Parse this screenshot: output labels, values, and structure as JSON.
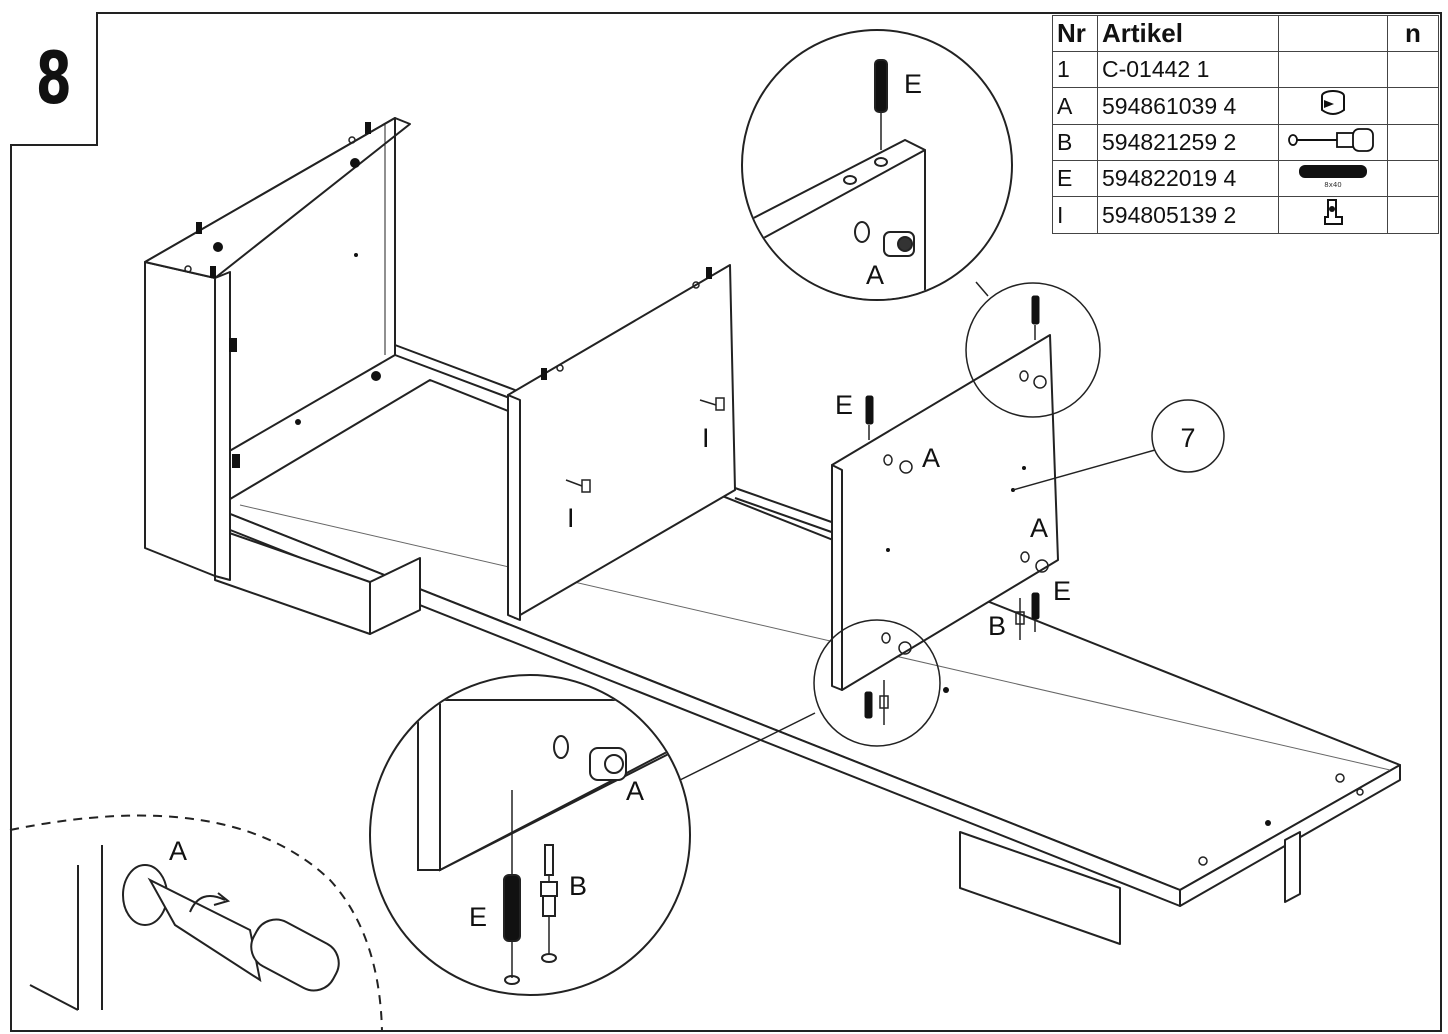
{
  "step": {
    "number": "8"
  },
  "parts_table": {
    "headers": {
      "nr": "Nr",
      "artikel": "Artikel",
      "icon": "",
      "n": "n"
    },
    "rows": [
      {
        "nr": "1",
        "artikel": "C-01442 1",
        "icon": ""
      },
      {
        "nr": "A",
        "artikel": "594861039 4",
        "icon": "cam-lock-icon"
      },
      {
        "nr": "B",
        "artikel": "594821259 2",
        "icon": "cam-bolt-icon"
      },
      {
        "nr": "E",
        "artikel": "594822019 4",
        "icon": "wooden-dowel-icon",
        "icon_text": "8x40"
      },
      {
        "nr": "I",
        "artikel": "594805139 2",
        "icon": "shelf-support-icon"
      }
    ]
  },
  "labels": {
    "panel_number": "7",
    "a": "A",
    "b": "B",
    "e": "E",
    "i": "I"
  }
}
